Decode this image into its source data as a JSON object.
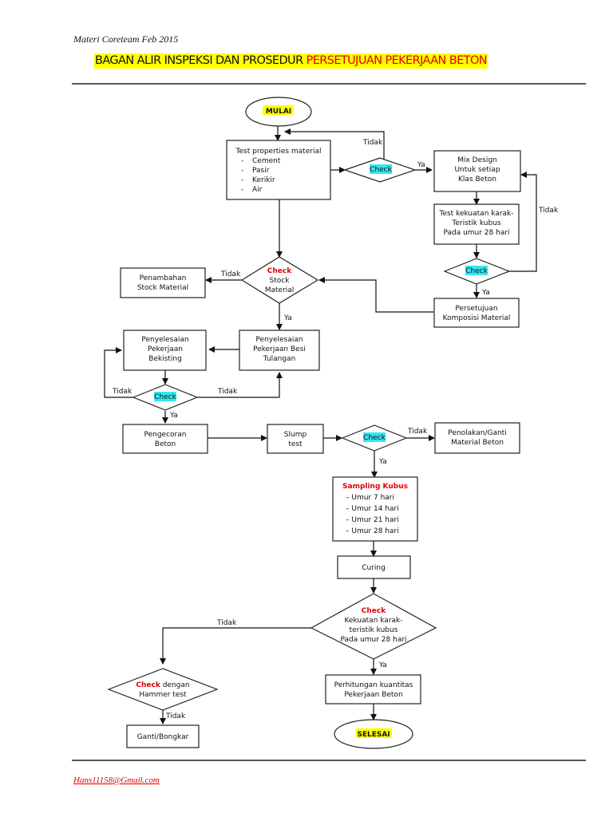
{
  "header": {
    "note": "Materi Coreteam Feb 2015",
    "title_black": "BAGAN ALIR INSPEKSI DAN PROSEDUR ",
    "title_red": "PERSETUJUAN PEKERJAAN BETON"
  },
  "footer": {
    "email": "Hans11158@Gmail.com"
  },
  "flow": {
    "start": "MULAI",
    "end": "SELESAI",
    "test_properties": {
      "title": "Test properties material",
      "items": [
        "Cement",
        "Pasir",
        "Kerikir",
        "Air"
      ]
    },
    "check1": "Check",
    "mix_design": [
      "Mix Design",
      "Untuk setiap",
      "Klas Beton"
    ],
    "test_kuat": [
      "Test kekuatan karak-",
      "Teristik kubus",
      "Pada umur 28 hari"
    ],
    "check2": "Check",
    "persetujuan": [
      "Persetujuan",
      "Komposisi Material"
    ],
    "check_stock": {
      "check": "Check",
      "lines": [
        "Stock",
        "Material"
      ]
    },
    "penambahan": [
      "Penambahan",
      "Stock Material"
    ],
    "besi": [
      "Penyelesaian",
      "Pekerjaan Besi",
      "Tulangan"
    ],
    "bekisting": [
      "Penyelesaian",
      "Pekerjaan",
      "Bekisting"
    ],
    "check3": "Check",
    "pengecoran": [
      "Pengecoran",
      "Beton"
    ],
    "slump": [
      "Slump",
      "test"
    ],
    "check4": "Check",
    "penolakan": [
      "Penolakan/Ganti",
      "Material Beton"
    ],
    "sampling": {
      "title": "Sampling Kubus",
      "items": [
        "– Umur 7 hari",
        "– Umur 14 hari",
        "– Umur 21 hari",
        "– Umur 28 hari"
      ]
    },
    "curing": "Curing",
    "check_kuat": {
      "check": "Check",
      "lines": [
        "Kekuatan karak-",
        "teristik kubus",
        "Pada umur 28 hari"
      ]
    },
    "check_hammer": {
      "check": "Check",
      "rest": " dengan",
      "line2": "Hammer test"
    },
    "ganti": "Ganti/Bongkar",
    "perhitungan": [
      "Perhitungan kuantitas",
      "Pekerjaan Beton"
    ],
    "labels": {
      "ya": "Ya",
      "tidak": "Tidak"
    }
  }
}
